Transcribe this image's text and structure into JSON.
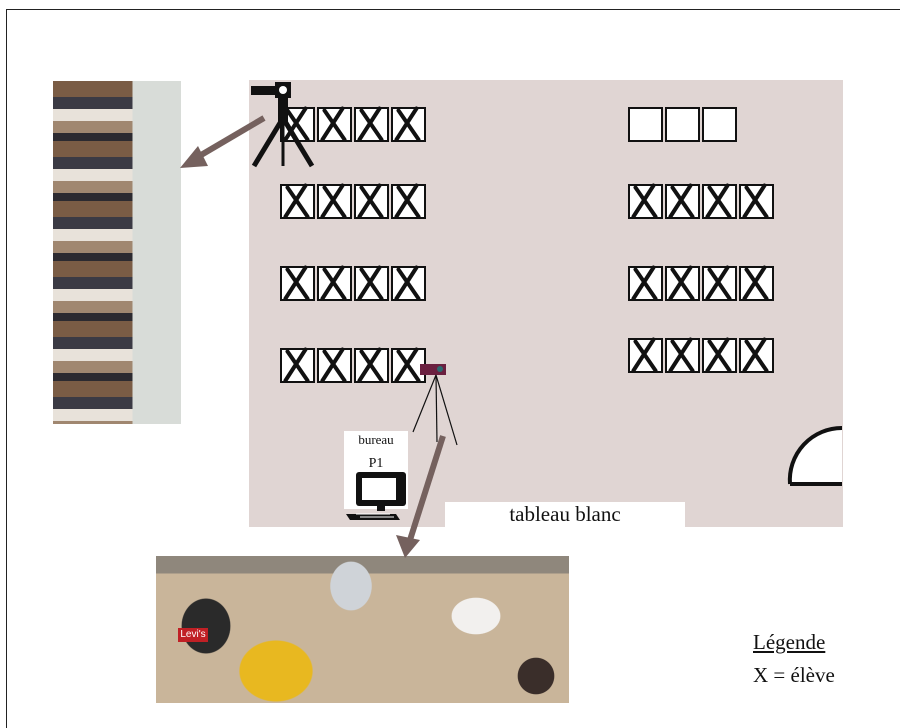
{
  "legend": {
    "title": "Légende",
    "item": "X = élève"
  },
  "teacher_desk": {
    "label": "bureau",
    "name": "P1"
  },
  "whiteboard": {
    "label": "tableau blanc"
  },
  "photo_bottom": {
    "shirt_text": "Levi's"
  },
  "desk_groups": [
    {
      "row": 1,
      "side": "left",
      "desks": 4,
      "occupied": [
        true,
        true,
        true,
        true
      ]
    },
    {
      "row": 2,
      "side": "left",
      "desks": 4,
      "occupied": [
        true,
        true,
        true,
        true
      ]
    },
    {
      "row": 3,
      "side": "left",
      "desks": 4,
      "occupied": [
        true,
        true,
        true,
        true
      ]
    },
    {
      "row": 4,
      "side": "left",
      "desks": 4,
      "occupied": [
        true,
        true,
        true,
        true
      ]
    },
    {
      "row": 1,
      "side": "right",
      "desks": 3,
      "occupied": [
        false,
        false,
        false
      ]
    },
    {
      "row": 2,
      "side": "right",
      "desks": 4,
      "occupied": [
        true,
        true,
        true,
        true
      ]
    },
    {
      "row": 3,
      "side": "right",
      "desks": 4,
      "occupied": [
        true,
        true,
        true,
        true
      ]
    },
    {
      "row": 4,
      "side": "right",
      "desks": 4,
      "occupied": [
        true,
        true,
        true,
        true
      ]
    }
  ],
  "colors": {
    "room": "#e0d5d3",
    "arrow": "#75615e",
    "camera": "#6b2040"
  }
}
